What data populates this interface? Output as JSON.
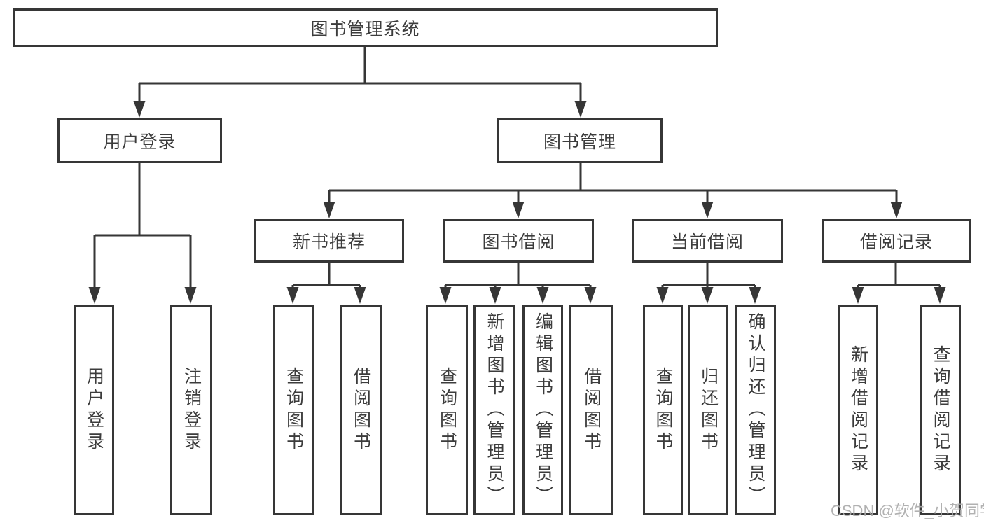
{
  "diagram": {
    "tree": {
      "label": "图书管理系统",
      "children": [
        {
          "label": "用户登录",
          "children": [
            {
              "label": "用户登录"
            },
            {
              "label": "注销登录"
            }
          ]
        },
        {
          "label": "图书管理",
          "children": [
            {
              "label": "新书推荐",
              "children": [
                {
                  "label": "查询图书"
                },
                {
                  "label": "借阅图书"
                }
              ]
            },
            {
              "label": "图书借阅",
              "children": [
                {
                  "label": "查询图书"
                },
                {
                  "label": "新增图书（管理员）"
                },
                {
                  "label": "编辑图书（管理员）"
                },
                {
                  "label": "借阅图书"
                }
              ]
            },
            {
              "label": "当前借阅",
              "children": [
                {
                  "label": "查询图书"
                },
                {
                  "label": "归还图书"
                },
                {
                  "label": "确认归还（管理员）"
                }
              ]
            },
            {
              "label": "借阅记录",
              "children": [
                {
                  "label": "新增借阅记录"
                },
                {
                  "label": "查询借阅记录"
                }
              ]
            }
          ]
        }
      ]
    },
    "colors": {
      "line": "#363636",
      "text": "#3c3c3c",
      "watermark": "#ababab",
      "background": "#ffffff"
    }
  },
  "watermark": {
    "text": "CSDN @软件_小贺同学"
  }
}
